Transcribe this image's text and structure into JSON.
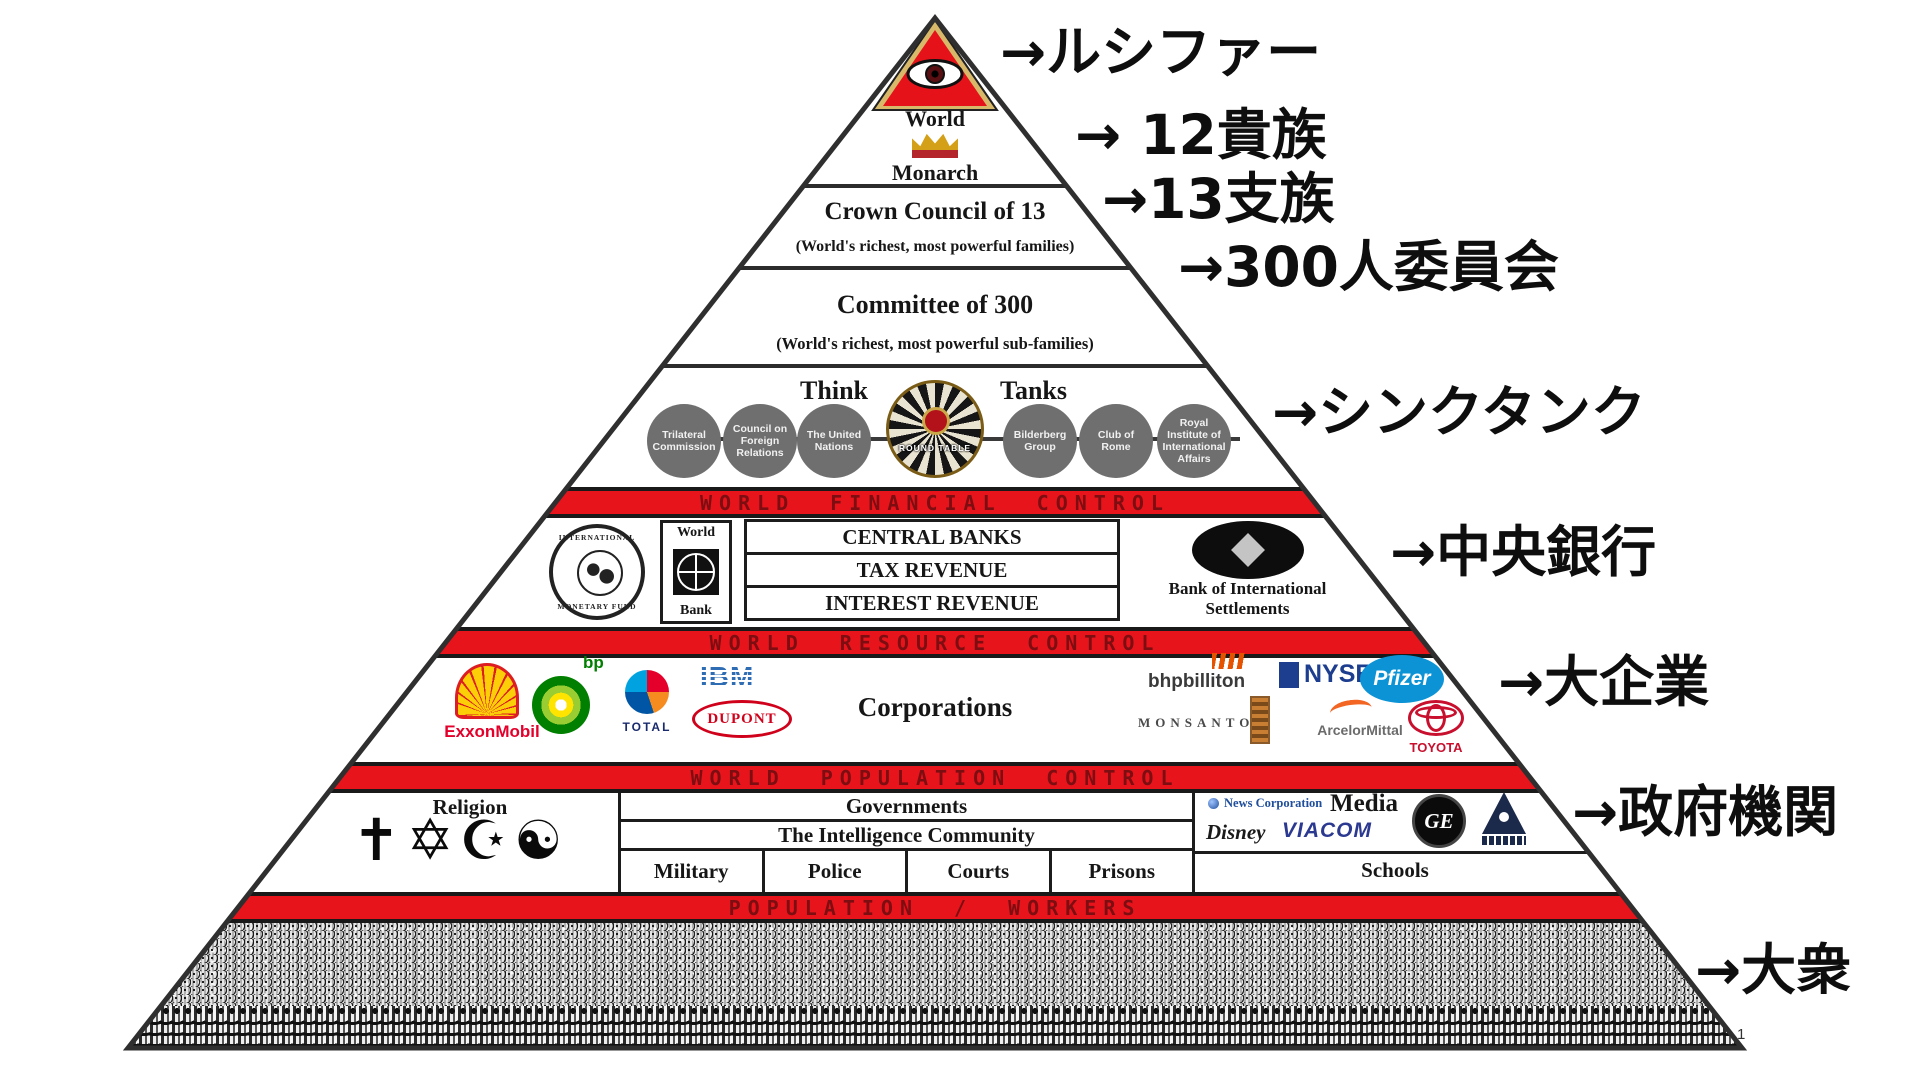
{
  "annotations": [
    {
      "id": "lucifer",
      "text": "→ルシファー"
    },
    {
      "id": "twelve-nobles",
      "text": "→ 12貴族"
    },
    {
      "id": "thirteen-tribes",
      "text": "→13支族"
    },
    {
      "id": "committee-300",
      "text": "→300人委員会"
    },
    {
      "id": "think-tank",
      "text": "→シンクタンク"
    },
    {
      "id": "central-bank",
      "text": "→中央銀行"
    },
    {
      "id": "big-corporations",
      "text": "→大企業"
    },
    {
      "id": "government-agencies",
      "text": "→政府機関"
    },
    {
      "id": "the-masses",
      "text": "→大衆"
    }
  ],
  "pyramid": {
    "apex": {
      "world": "World",
      "monarch": "Monarch"
    },
    "crown_council": {
      "title": "Crown Council of 13",
      "subtitle": "(World's richest, most powerful families)"
    },
    "committee": {
      "title": "Committee of 300",
      "subtitle": "(World's richest, most powerful sub-families)"
    },
    "think_tanks": {
      "title_left": "Think",
      "title_right": "Tanks",
      "round_table": "ROUND TABLE",
      "items": [
        "Trilateral Commission",
        "Council on Foreign Relations",
        "The United Nations",
        "Bilderberg Group",
        "Club of Rome",
        "Royal Institute of International Affairs"
      ]
    },
    "bands": {
      "financial": "WORLD FINANCIAL CONTROL",
      "resource": "WORLD RESOURCE CONTROL",
      "population": "WORLD POPULATION CONTROL",
      "workers": "POPULATION / WORKERS"
    },
    "finance": {
      "imf_top": "INTERNATIONAL",
      "imf_bottom": "MONETARY FUND",
      "world_bank_top": "World",
      "world_bank_bottom": "Bank",
      "rows": [
        "CENTRAL BANKS",
        "TAX REVENUE",
        "INTEREST REVENUE"
      ],
      "bis_line1": "Bank of International",
      "bis_line2": "Settlements"
    },
    "corporations": {
      "title": "Corporations",
      "exxon": "ExxonMobil",
      "bp": "bp",
      "total": "TOTAL",
      "ibm": "IBM",
      "dupont": "DUPONT",
      "bhp": "bhpbilliton",
      "monsanto": "MONSANTO",
      "nyse": "NYSE",
      "pfizer": "Pfizer",
      "arcelor": "ArcelorMittal",
      "toyota": "TOYOTA"
    },
    "society": {
      "religion_title": "Religion",
      "symbols": {
        "cross": "✝",
        "star_of_david": "✡",
        "star_and_crescent": "☪",
        "yin_yang": "☯"
      },
      "governments": "Governments",
      "intelligence": "The Intelligence Community",
      "forces": [
        "Military",
        "Police",
        "Courts",
        "Prisons"
      ],
      "news_corp": "News Corporation",
      "media": "Media",
      "disney": "Disney",
      "viacom": "VIACOM",
      "ge": "GE",
      "schools": "Schools"
    },
    "footnote": "1"
  },
  "colors": {
    "band_red": "#e8141c",
    "band_text": "#7c0d11",
    "outline": "#2f2f2f"
  }
}
